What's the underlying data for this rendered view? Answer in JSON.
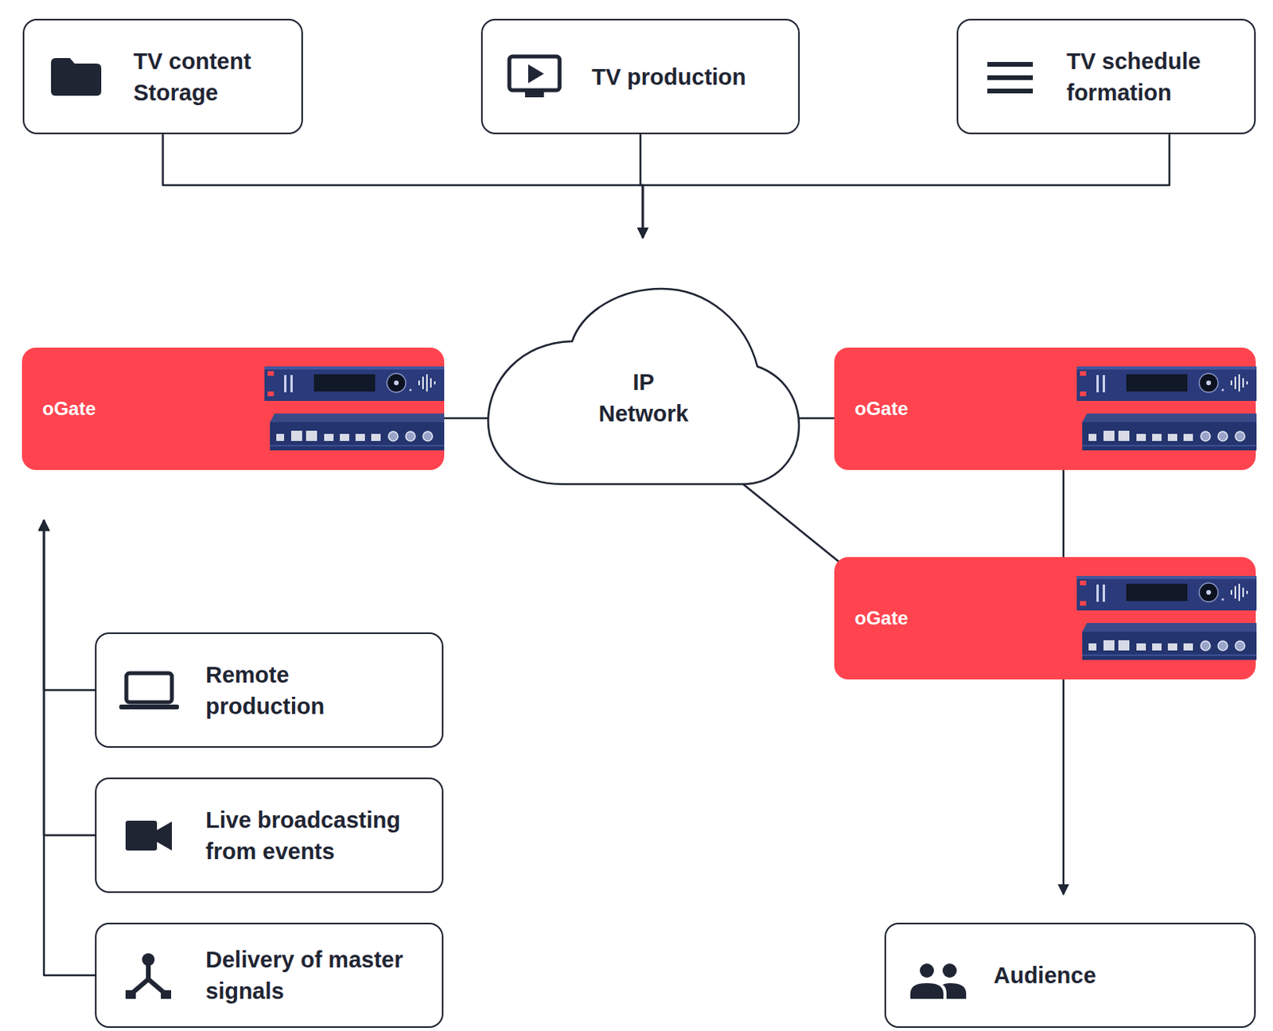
{
  "diagram": {
    "nodes": [
      {
        "text": [
          "TV content Storage"
        ]
      },
      {
        "text": [
          "TV production"
        ]
      },
      {
        "text": [
          "TV schedule formation"
        ]
      },
      {
        "text": [
          "oGate"
        ]
      },
      {
        "text": [
          "IP Network"
        ]
      },
      {
        "text": [
          "oGate"
        ]
      },
      {
        "text": [
          "oGate"
        ]
      },
      {
        "text": [
          "Remote production"
        ]
      },
      {
        "text": [
          "Live broadcasting from events"
        ]
      },
      {
        "text": [
          "Delivery of master signals"
        ]
      },
      {
        "text": [
          "Audience"
        ]
      }
    ],
    "edges": [
      {
        "from": 0,
        "to": 4,
        "arrow": "to"
      },
      {
        "from": 1,
        "to": 4,
        "arrow": "to"
      },
      {
        "from": 2,
        "to": 4,
        "arrow": "to"
      },
      {
        "from": 3,
        "to": 4,
        "arrow": "none"
      },
      {
        "from": 4,
        "to": 5,
        "arrow": "none"
      },
      {
        "from": 4,
        "to": 6,
        "arrow": "none"
      },
      {
        "from": 5,
        "to": 6,
        "arrow": "none"
      },
      {
        "from": 6,
        "to": 10,
        "arrow": "to"
      },
      {
        "from": 7,
        "to": 3,
        "arrow": "to"
      },
      {
        "from": 8,
        "to": 3,
        "arrow": "to"
      },
      {
        "from": 9,
        "to": 3,
        "arrow": "to"
      }
    ]
  }
}
